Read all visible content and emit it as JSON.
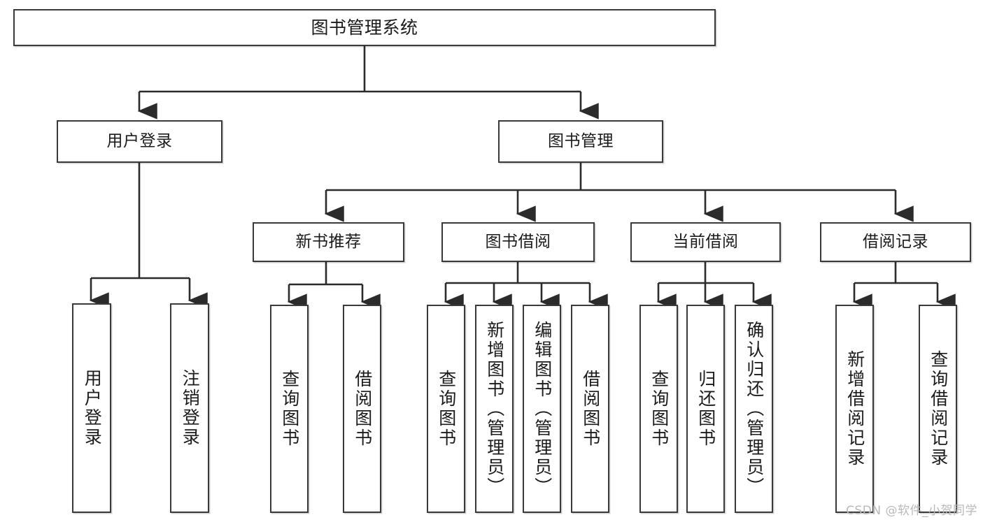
{
  "diagram": {
    "title": "图书管理系统",
    "type": "tree-hierarchy-chart",
    "watermark": "CSDN @软件_小贺同学",
    "colors": {
      "background": "#ffffff",
      "box_border": "#3a3a3a",
      "box_fill": "#ffffff",
      "connector": "#2b2b2b",
      "text": "#1b1b1b",
      "watermark": "#b9b9b9"
    },
    "root": {
      "id": "root",
      "label": "图书管理系统"
    },
    "level2": [
      {
        "id": "user-login",
        "label": "用户登录"
      },
      {
        "id": "book-manage",
        "label": "图书管理"
      }
    ],
    "level3": [
      {
        "id": "new-book-recommend",
        "label": "新书推荐",
        "parent": "book-manage"
      },
      {
        "id": "book-borrow",
        "label": "图书借阅",
        "parent": "book-manage"
      },
      {
        "id": "current-borrow",
        "label": "当前借阅",
        "parent": "book-manage"
      },
      {
        "id": "borrow-record",
        "label": "借阅记录",
        "parent": "book-manage"
      }
    ],
    "leaves": [
      {
        "id": "leaf-user-login",
        "label": "用户登录",
        "parent": "user-login"
      },
      {
        "id": "leaf-logout-login",
        "label": "注销登录",
        "parent": "user-login"
      },
      {
        "id": "leaf-query-book-1",
        "label": "查询图书",
        "parent": "new-book-recommend"
      },
      {
        "id": "leaf-borrow-book-1",
        "label": "借阅图书",
        "parent": "new-book-recommend"
      },
      {
        "id": "leaf-query-book-2",
        "label": "查询图书",
        "parent": "book-borrow"
      },
      {
        "id": "leaf-add-book-admin",
        "label": "新增图书（管理员）",
        "parent": "book-borrow"
      },
      {
        "id": "leaf-edit-book-admin",
        "label": "编辑图书（管理员）",
        "parent": "book-borrow"
      },
      {
        "id": "leaf-borrow-book-2",
        "label": "借阅图书",
        "parent": "book-borrow"
      },
      {
        "id": "leaf-query-book-3",
        "label": "查询图书",
        "parent": "current-borrow"
      },
      {
        "id": "leaf-return-book",
        "label": "归还图书",
        "parent": "current-borrow"
      },
      {
        "id": "leaf-confirm-return-admin",
        "label": "确认归还（管理员）",
        "parent": "current-borrow"
      },
      {
        "id": "leaf-add-borrow-record",
        "label": "新增借阅记录",
        "parent": "borrow-record"
      },
      {
        "id": "leaf-query-borrow-record",
        "label": "查询借阅记录",
        "parent": "borrow-record"
      }
    ]
  }
}
